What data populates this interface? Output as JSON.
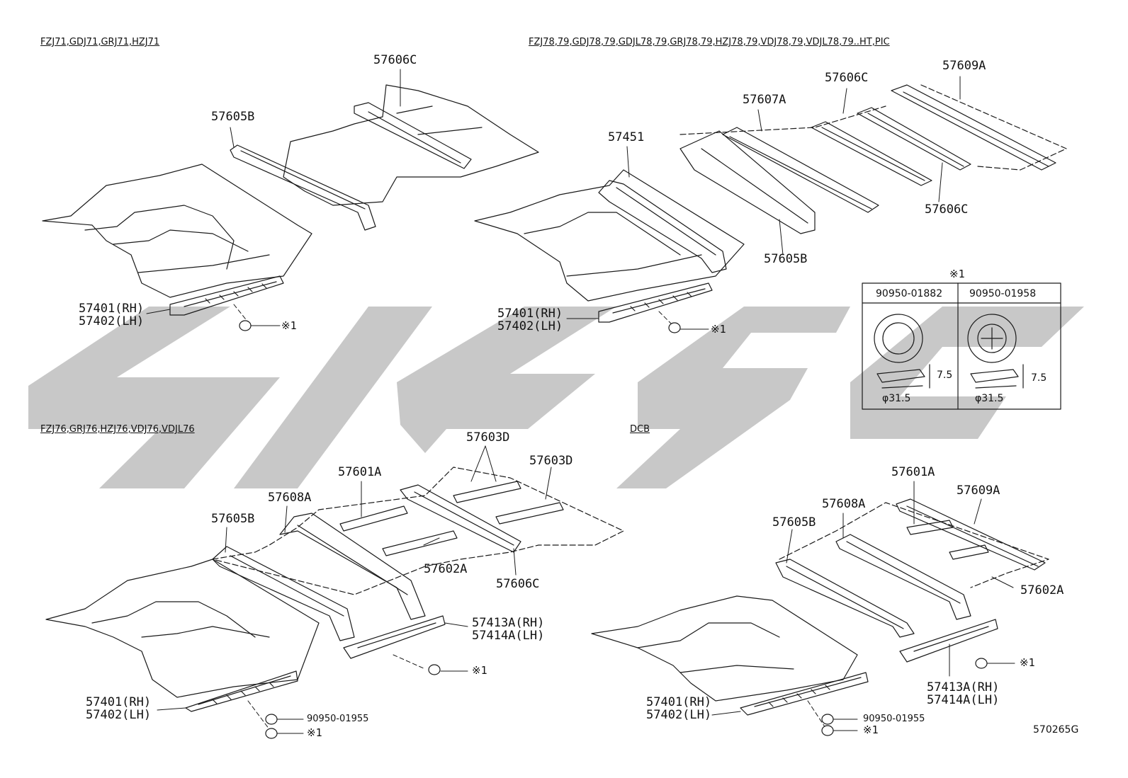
{
  "sections": {
    "top_left": "FZJ71,GDJ71,GRJ71,HZJ71",
    "top_right": "FZJ78,79,GDJ78,79,GDJL78,79,GRJ78,79,HZJ78,79,VDJ78,79,VDJL78,79..HT,PIC",
    "bottom_left": "FZJ76,GRJ76,HZJ76,VDJ76,VDJL76",
    "bottom_right": "DCB"
  },
  "parts": {
    "tl_57606C": "57606C",
    "tl_57605B": "57605B",
    "tl_57401": "57401(RH)",
    "tl_57402": "57402(LH)",
    "tl_mark": "※1",
    "tr_57609A": "57609A",
    "tr_57606C_a": "57606C",
    "tr_57607A": "57607A",
    "tr_57451": "57451",
    "tr_57606C_b": "57606C",
    "tr_57605B": "57605B",
    "tr_57401": "57401(RH)",
    "tr_57402": "57402(LH)",
    "tr_mark": "※1",
    "bl_57603D_a": "57603D",
    "bl_57603D_b": "57603D",
    "bl_57601A": "57601A",
    "bl_57608A": "57608A",
    "bl_57605B": "57605B",
    "bl_57602A": "57602A",
    "bl_57606C": "57606C",
    "bl_57413A": "57413A(RH)",
    "bl_57414A": "57414A(LH)",
    "bl_mark_a": "※1",
    "bl_57401": "57401(RH)",
    "bl_57402": "57402(LH)",
    "bl_90950": "90950-01955",
    "bl_mark_b": "※1",
    "br_57601A": "57601A",
    "br_57609A": "57609A",
    "br_57608A": "57608A",
    "br_57605B": "57605B",
    "br_57602A": "57602A",
    "br_57413A": "57413A(RH)",
    "br_57414A": "57414A(LH)",
    "br_mark_a": "※1",
    "br_57401": "57401(RH)",
    "br_57402": "57402(LH)",
    "br_90950": "90950-01955",
    "br_mark_b": "※1"
  },
  "plug_table": {
    "mark": "※1",
    "col1": "90950-01882",
    "col2": "90950-01958",
    "height1": "7.5",
    "height2": "7.5",
    "diameter1": "φ31.5",
    "diameter2": "φ31.5"
  },
  "figure_code": "570265G"
}
